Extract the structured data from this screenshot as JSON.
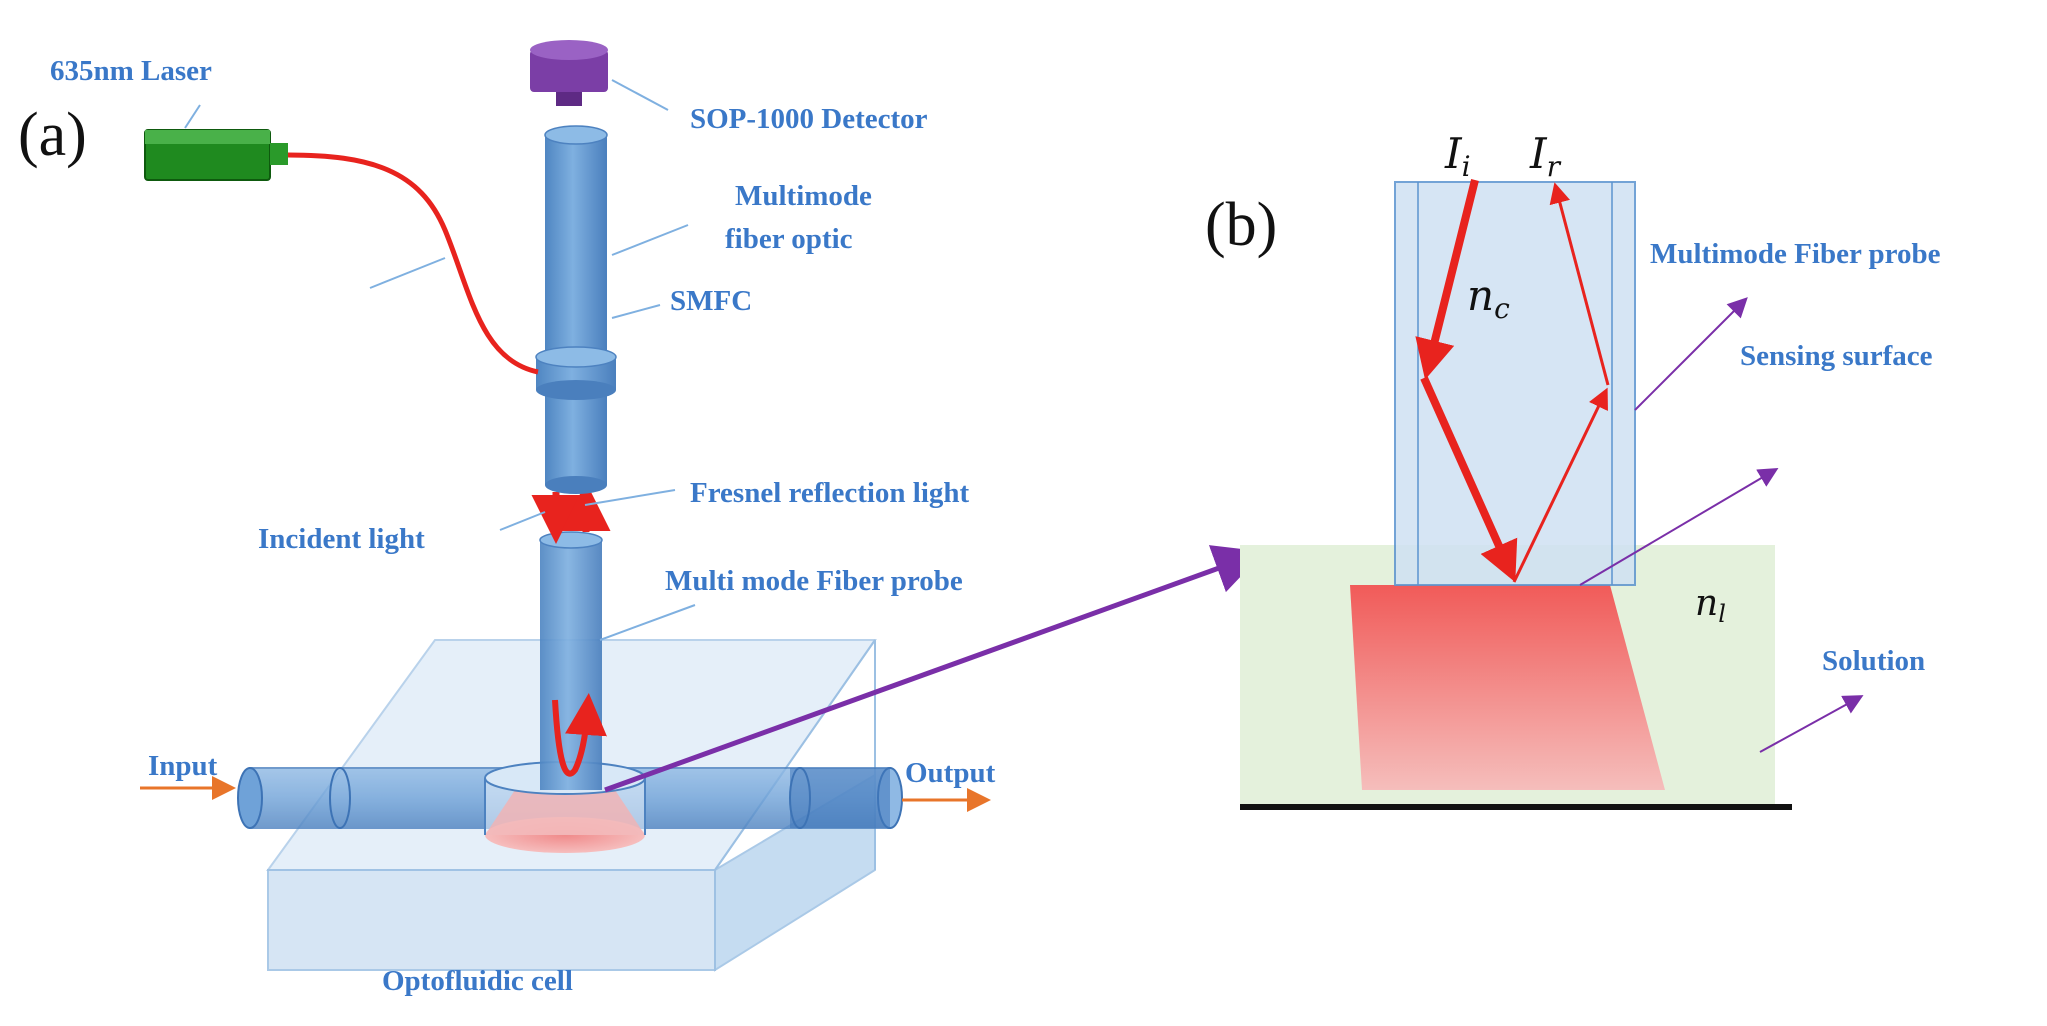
{
  "panel_a": {
    "tag": "(a)",
    "labels": {
      "laser": "635nm Laser",
      "detector": "SOP-1000 Detector",
      "fiber_line1": "Multimode",
      "fiber_line2": "fiber optic",
      "smfc": "SMFC",
      "fresnel": "Fresnel reflection light",
      "incident": "Incident light",
      "probe": "Multi mode Fiber probe",
      "input": "Input",
      "output": "Output",
      "cell": "Optofluidic cell"
    }
  },
  "panel_b": {
    "tag": "(b)",
    "labels": {
      "probe": "Multimode Fiber probe",
      "sensing": "Sensing surface",
      "solution": "Solution"
    },
    "symbols": {
      "incident_main": "I",
      "incident_sub": "i",
      "reflected_main": "I",
      "reflected_sub": "r",
      "core_main": "n",
      "core_sub": "c",
      "liquid_main": "n",
      "liquid_sub": "l"
    }
  },
  "colors": {
    "label_blue": "#3a78c8",
    "fiber_blue": "#5b93cf",
    "laser_red": "#e8231e",
    "arrow_purple": "#7a2fa8",
    "io_orange": "#e8752a",
    "solution_green": "#e4f1dc",
    "detector_purple": "#7b3ea6",
    "laser_green": "#1f8a1f"
  }
}
